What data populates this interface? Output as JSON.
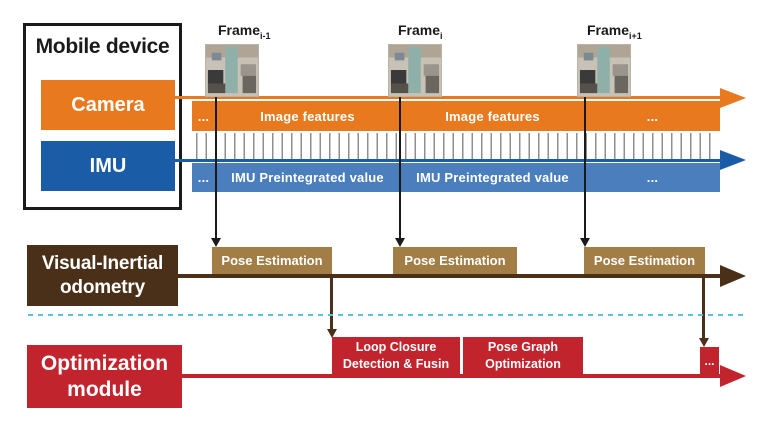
{
  "mobile_device": {
    "title": "Mobile device",
    "camera_label": "Camera",
    "imu_label": "IMU"
  },
  "frames": [
    {
      "name": "Frame",
      "sub": "i-1"
    },
    {
      "name": "Frame",
      "sub": "i"
    },
    {
      "name": "Frame",
      "sub": "i+1"
    }
  ],
  "camera_track": {
    "segments": [
      "...",
      "Image features",
      "Image features",
      "..."
    ]
  },
  "imu_track": {
    "segments": [
      "...",
      "IMU Preintegrated value",
      "IMU Preintegrated value",
      "..."
    ]
  },
  "vio": {
    "title_line1": "Visual-Inertial",
    "title_line2": "odometry",
    "pose_labels": [
      "Pose Estimation",
      "Pose Estimation",
      "Pose Estimation"
    ]
  },
  "optimization": {
    "title_line1": "Optimization",
    "title_line2": "module",
    "boxes": [
      {
        "line1": "Loop Closure",
        "line2": "Detection & Fusin"
      },
      {
        "line1": "Pose Graph",
        "line2": "Optimization"
      }
    ],
    "ellipsis": "..."
  },
  "colors": {
    "camera_orange": "#E8791F",
    "imu_blue": "#1A5DA6",
    "imu_band_blue": "#4A7EBD",
    "vio_dark_brown": "#4A3018",
    "pose_tan": "#A27D46",
    "optimization_red": "#C2242E",
    "separator_cyan": "#58C3D8",
    "line_black": "#1A1A1A"
  }
}
